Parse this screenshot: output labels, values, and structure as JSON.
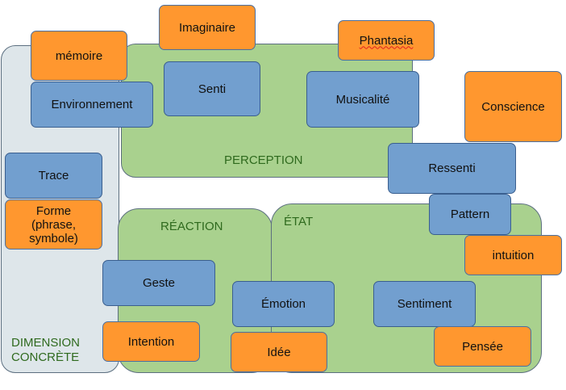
{
  "regions": {
    "dimension": "DIMENSION CONCRÈTE",
    "perception": "PERCEPTION",
    "reaction": "RÉACTION",
    "etat": "ÉTAT"
  },
  "concepts": {
    "imaginaire": "Imaginaire",
    "phantasia": "Phantasia",
    "memoire": "mémoire",
    "environnement": "Environnement",
    "senti": "Senti",
    "musicalite": "Musicalité",
    "conscience": "Conscience",
    "ressenti": "Ressenti",
    "trace": "Trace",
    "forme": "Forme\n(phrase,\nsymbole)",
    "pattern": "Pattern",
    "intuition": "intuition",
    "geste": "Geste",
    "emotion": "Émotion",
    "sentiment": "Sentiment",
    "intention": "Intention",
    "idee": "Idée",
    "pensee": "Pensée"
  },
  "colors": {
    "blue_box": "#729fcf",
    "orange_box": "#ff972f",
    "green_region": "#a9d18e",
    "gray_region": "#dee6ea",
    "region_label": "#2f6a1e"
  }
}
